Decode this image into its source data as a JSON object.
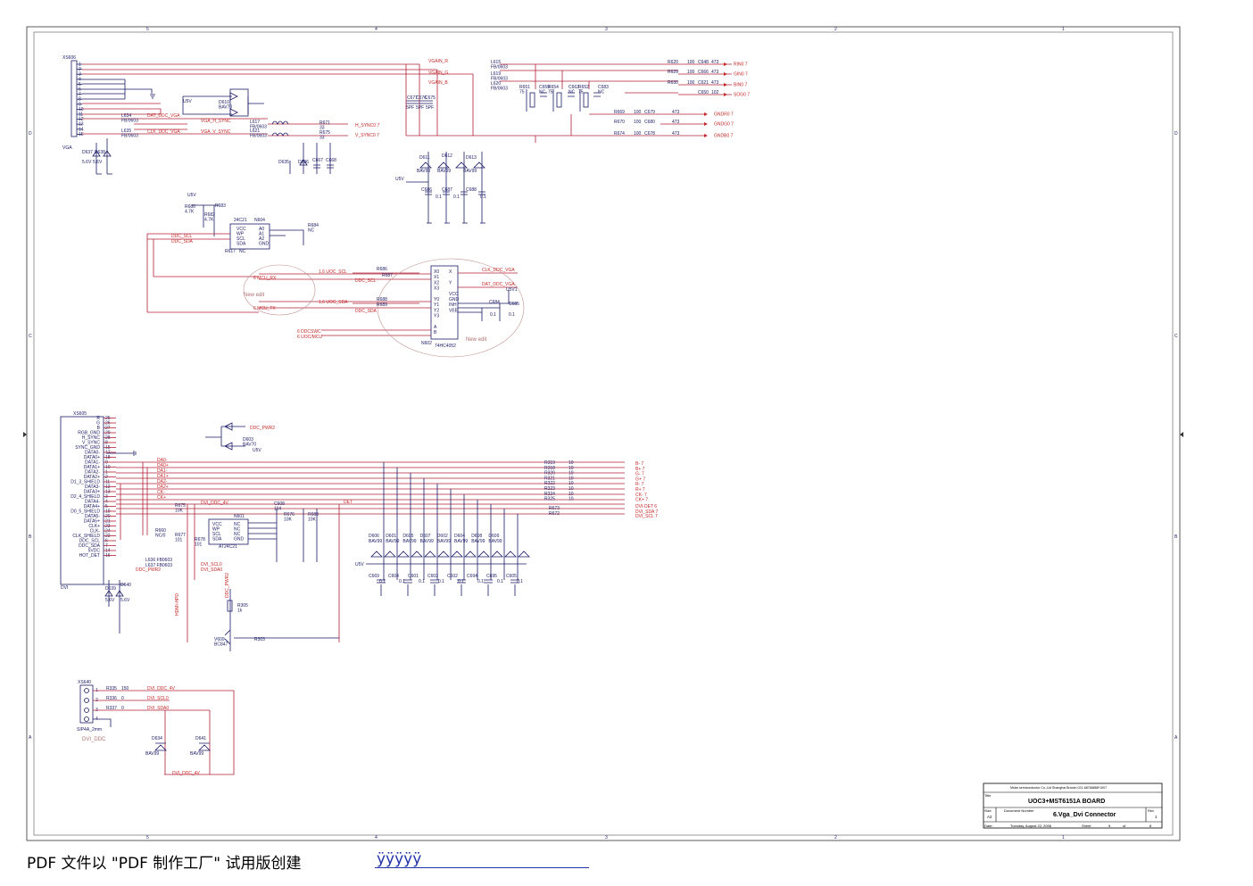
{
  "connectors": {
    "vga": {
      "ref": "XS606",
      "name": "VGA"
    },
    "dvi": {
      "ref": "XS605",
      "name": "DVI"
    },
    "ddc": {
      "ref": "XS640",
      "name": "SIP4A_2mm",
      "caption": "DVI_DDC"
    }
  },
  "vga_pins": [
    "1",
    "2",
    "3",
    "4",
    "5",
    "6",
    "7",
    "8",
    "9",
    "10",
    "11",
    "12",
    "13",
    "14",
    "15"
  ],
  "dvi_pins": [
    {
      "num": "25",
      "name": "R"
    },
    {
      "num": "26",
      "name": "G"
    },
    {
      "num": "27",
      "name": "B"
    },
    {
      "num": "29",
      "name": "RGB_GND"
    },
    {
      "num": "28",
      "name": "H_SYNC"
    },
    {
      "num": "8",
      "name": "V_SYNC"
    },
    {
      "num": "15",
      "name": "SYNC_GND"
    },
    {
      "num": "17",
      "name": "DATA0-"
    },
    {
      "num": "18",
      "name": "DATA0+"
    },
    {
      "num": "9",
      "name": "DATA1-"
    },
    {
      "num": "10",
      "name": "DATA1+"
    },
    {
      "num": "1",
      "name": "DATA2-"
    },
    {
      "num": "2",
      "name": "DATA2+"
    },
    {
      "num": "11",
      "name": "D1_3_SHIELD"
    },
    {
      "num": "12",
      "name": "DATA3-"
    },
    {
      "num": "13",
      "name": "DATA3+"
    },
    {
      "num": "3",
      "name": "D2_4_SHIELD"
    },
    {
      "num": "4",
      "name": "DATA4-"
    },
    {
      "num": "5",
      "name": "DATA4+"
    },
    {
      "num": "19",
      "name": "D0_5_SHIELD"
    },
    {
      "num": "20",
      "name": "DATA5-"
    },
    {
      "num": "21",
      "name": "DATA5+"
    },
    {
      "num": "23",
      "name": "CLK+"
    },
    {
      "num": "24",
      "name": "CLK-"
    },
    {
      "num": "22",
      "name": "CLK_SHIELD"
    },
    {
      "num": "6",
      "name": "DDC_SCL"
    },
    {
      "num": "7",
      "name": "DDC_SDA"
    },
    {
      "num": "14",
      "name": "5VDC"
    },
    {
      "num": "16",
      "name": "HOT_DET"
    }
  ],
  "vga_nets": {
    "dat_ddc": "DAT_DDC_VGA",
    "clk_ddc": "CLK_DDC_VGA",
    "h_sync": "VGA_H_SYNC",
    "v_sync": "VGA_V_SYNC",
    "vgain_r": "VGAIN_R",
    "vgain_g": "VGAIN_G",
    "vgain_b": "VGAIN_B",
    "h_sync0": "H_SYNC0  7",
    "v_sync0": "V_SYNC0  7",
    "ddc_scl": "DDC_SCL",
    "ddc_sda": "DDC_SDA"
  },
  "right_outputs": [
    {
      "ref": "R620",
      "val": "100",
      "cap": "C648",
      "cval": "473",
      "net": "RIN0  7"
    },
    {
      "ref": "R629",
      "val": "100",
      "cap": "C666",
      "cval": "473",
      "net": "GIN0  7"
    },
    {
      "ref": "R630",
      "val": "100",
      "cap": "C621",
      "cval": "473",
      "net": "BIN0  7"
    },
    {
      "ref": "",
      "val": "",
      "cap": "C650",
      "cval": "102",
      "net": "SOG0  7"
    },
    {
      "ref": "R669",
      "val": "100",
      "cap": "C679",
      "cval": "473",
      "net": "GNDR0  7"
    },
    {
      "ref": "R670",
      "val": "100",
      "cap": "C680",
      "cval": "473",
      "net": "GNDG0  7"
    },
    {
      "ref": "R674",
      "val": "100",
      "cap": "C678",
      "cval": "473",
      "net": "GNDB0  7"
    }
  ],
  "vga_parts": {
    "l615": "L615\nFB/0603",
    "l619": "L619\nFB/0603",
    "l620": "L620\nFB/0603",
    "r651": "R651\n75",
    "c659": "C659\nNC",
    "r654": "R654\n75",
    "c662": "C662\nNC",
    "r652": "R652\n75",
    "c683": "C683\nNC",
    "d610": "D610\nBAV70",
    "l617": "L617\nFB/0603",
    "l621": "L621\nFB/0603",
    "r671": "R671\n33",
    "r675": "R675\n33",
    "l634": "L634\nFB/0603",
    "l635": "L635\nFB/0603",
    "d637": "D637",
    "d638": "D638",
    "z1": "5.6V",
    "z2": "5.6V",
    "d635": "D635",
    "d636": "D636",
    "c667": "C667",
    "c668": "C668",
    "d611": "D611",
    "d612": "D612",
    "d613": "D613",
    "bav99": "BAV99",
    "c686": "C686",
    "c687": "C687",
    "c688": "C688",
    "c01": "0.1",
    "c677": "C677",
    "c676": "C676",
    "c675": "C675",
    "spf": "5PF",
    "u5v": "U5V"
  },
  "eeprom_vga": {
    "ref": "N604",
    "part": "24C21",
    "pins": [
      "VCC",
      "WP",
      "SCL",
      "SDA"
    ],
    "pins_r": [
      "A0",
      "A1",
      "A2",
      "GND"
    ],
    "r680": "R680\n4.7K",
    "r682": "R682\n4.7K",
    "r683": "R683",
    "r684": "R684\nNC",
    "r617": "R617",
    "nc": "NC"
  },
  "mux": {
    "ref": "N602",
    "part": "74HC4052",
    "left_pins": [
      "X0",
      "X1",
      "X2",
      "X3",
      "",
      "Y0",
      "Y1",
      "Y2",
      "Y3",
      "",
      "A",
      "B"
    ],
    "right_pins": [
      "X",
      "",
      "Y",
      "",
      "VCC",
      "GND",
      "INH",
      "VEE"
    ],
    "nets": {
      "uoc_scl": "1,6  UOC_SCL",
      "uoc_sda": "1,6  UOC_SDA",
      "mcu_rx": "6  MCU_RX",
      "mcu_tx": "6  MCU_TX",
      "ddcswc": "6  DDCSWC",
      "uocmcu": "6  UOC/MCU",
      "clk_ddc": "CLK_DDC_VGA",
      "dat_ddc": "DAT_DDC_VGA"
    },
    "r686": "R686",
    "r687": "R687",
    "r688": "R688",
    "r689": "R689",
    "c684": "C684",
    "c685": "C685",
    "v01": "0.1",
    "u5v1": "U5V1",
    "note": "New edit"
  },
  "dvi_section": {
    "nets": [
      "DA0-",
      "DA0+",
      "DA1-",
      "DA1+",
      "DA2-",
      "DA2+",
      "CK-",
      "CK+"
    ],
    "out_refs": [
      "R319",
      "R318",
      "R320",
      "R321",
      "R322",
      "R323",
      "R324",
      "R325"
    ],
    "out_val": "10",
    "out_nets": [
      "B-  7",
      "B+  7",
      "G-  7",
      "G+  7",
      "R-  7",
      "R+  7",
      "CK-  7",
      "CK+  7"
    ],
    "det": {
      "net": "DET",
      "out": "DVI-DET  6"
    },
    "sda": {
      "ref": "R673",
      "out": "DVI_SDA  7"
    },
    "scl": {
      "ref": "R672",
      "out": "DVI_SCL  7"
    },
    "ddc_pwr": "DDC_PWR2",
    "dvi_ddc_4v": "DVI_DDC_4V",
    "d603": "D603\nBAV70",
    "u5v": "U5V",
    "eeprom": {
      "ref": "N601",
      "part": "AT24C21",
      "pins": [
        "VCC",
        "WP",
        "SCL",
        "SDA"
      ],
      "pins_r": [
        "NC",
        "NC",
        "NC",
        "GND"
      ]
    },
    "r675": "R675\n10K",
    "r676": "R676\n10K",
    "r680": "R680\n10K",
    "r677": "R677\n101",
    "r678": "R678\n101",
    "r660": "R660\nNC/0",
    "c608": "C608\n104",
    "l636": "L636  FB0603",
    "l637": "L637  FB0603",
    "dvi_scl0": "DVI_SCL0",
    "dvi_sda0": "DVI_SDA0",
    "diodes": [
      "D606",
      "D601",
      "D605",
      "D607",
      "D602",
      "D604",
      "D608",
      "D609"
    ],
    "bav99": "BAV99",
    "caps": [
      "C669",
      "C604",
      "C601",
      "C603",
      "C602",
      "C694",
      "C695",
      "C605"
    ],
    "cval": "0.1",
    "d639": "D639",
    "d640": "D640",
    "z": "5.6V",
    "r305": "R305\n1k",
    "v609": "V609\nBC847",
    "r303": "R303",
    "hdmi_hpd": "HDMI-HPD",
    "ddc_pwr2": "DDC_PWR2"
  },
  "ddc_section": {
    "r": [
      {
        "ref": "R335",
        "val": "150",
        "net": "DVI_DDC_4V"
      },
      {
        "ref": "R336",
        "val": "0",
        "net": "DVI_SCL0"
      },
      {
        "ref": "R337",
        "val": "0",
        "net": "DVI_SDA0"
      }
    ],
    "d634": "D634",
    "d641": "D641",
    "bav99": "BAV99",
    "bottom_net": "DVI_DDC_4V"
  },
  "title_block": {
    "company": "Mstar semiconductor Co.,Ltd Shanghai Branch 021-68768888*1007",
    "title_label": "Title",
    "title": "UOC3+MST6151A BOARD",
    "size_label": "Size",
    "size": "A2",
    "docnum_label": "Document Number",
    "docnum": "6.Vga_Dvi Connector",
    "rev_label": "Rev",
    "rev": "1",
    "date_label": "Date:",
    "date": "Tuesday, August 22, 2006",
    "sheet_label": "Sheet",
    "sheet": "5",
    "of_label": "of",
    "of": "8"
  },
  "footer": {
    "text": "PDF 文件以 \"PDF 制作工厂\" 试用版创建",
    "mark": "ÿÿÿÿÿ"
  },
  "border": {
    "top": [
      "5",
      "4",
      "3",
      "2",
      "1"
    ],
    "side": [
      "D",
      "C",
      "B",
      "A"
    ]
  }
}
